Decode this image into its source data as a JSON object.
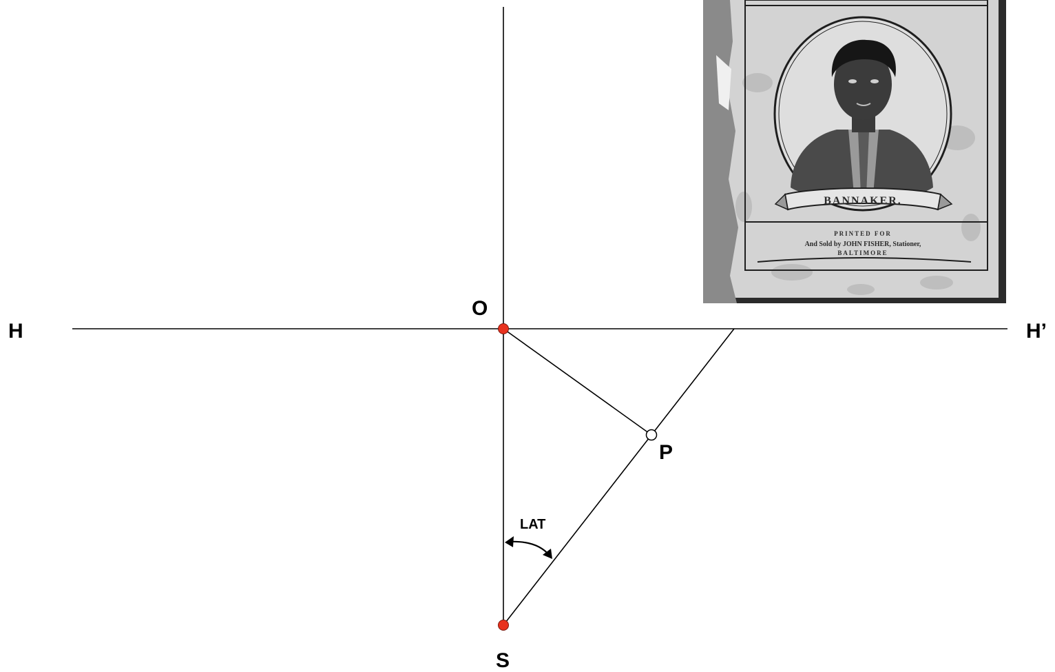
{
  "labels": {
    "H": "H",
    "H_prime": "H’",
    "O": "O",
    "P": "P",
    "S": "S",
    "angle": "LAT"
  },
  "colors": {
    "line": "#000000",
    "fixed_point": "#e8321e",
    "open_point_fill": "#ffffff",
    "engraving_ink": "#1e1e1e",
    "paper": "#cfcfcf"
  },
  "portrait": {
    "banner_text": "BANNAKER.",
    "printer_line1": "PRINTED FOR",
    "printer_line2": "And Sold by JOHN FISHER, Stationer,",
    "printer_line3": "BALTIMORE"
  }
}
